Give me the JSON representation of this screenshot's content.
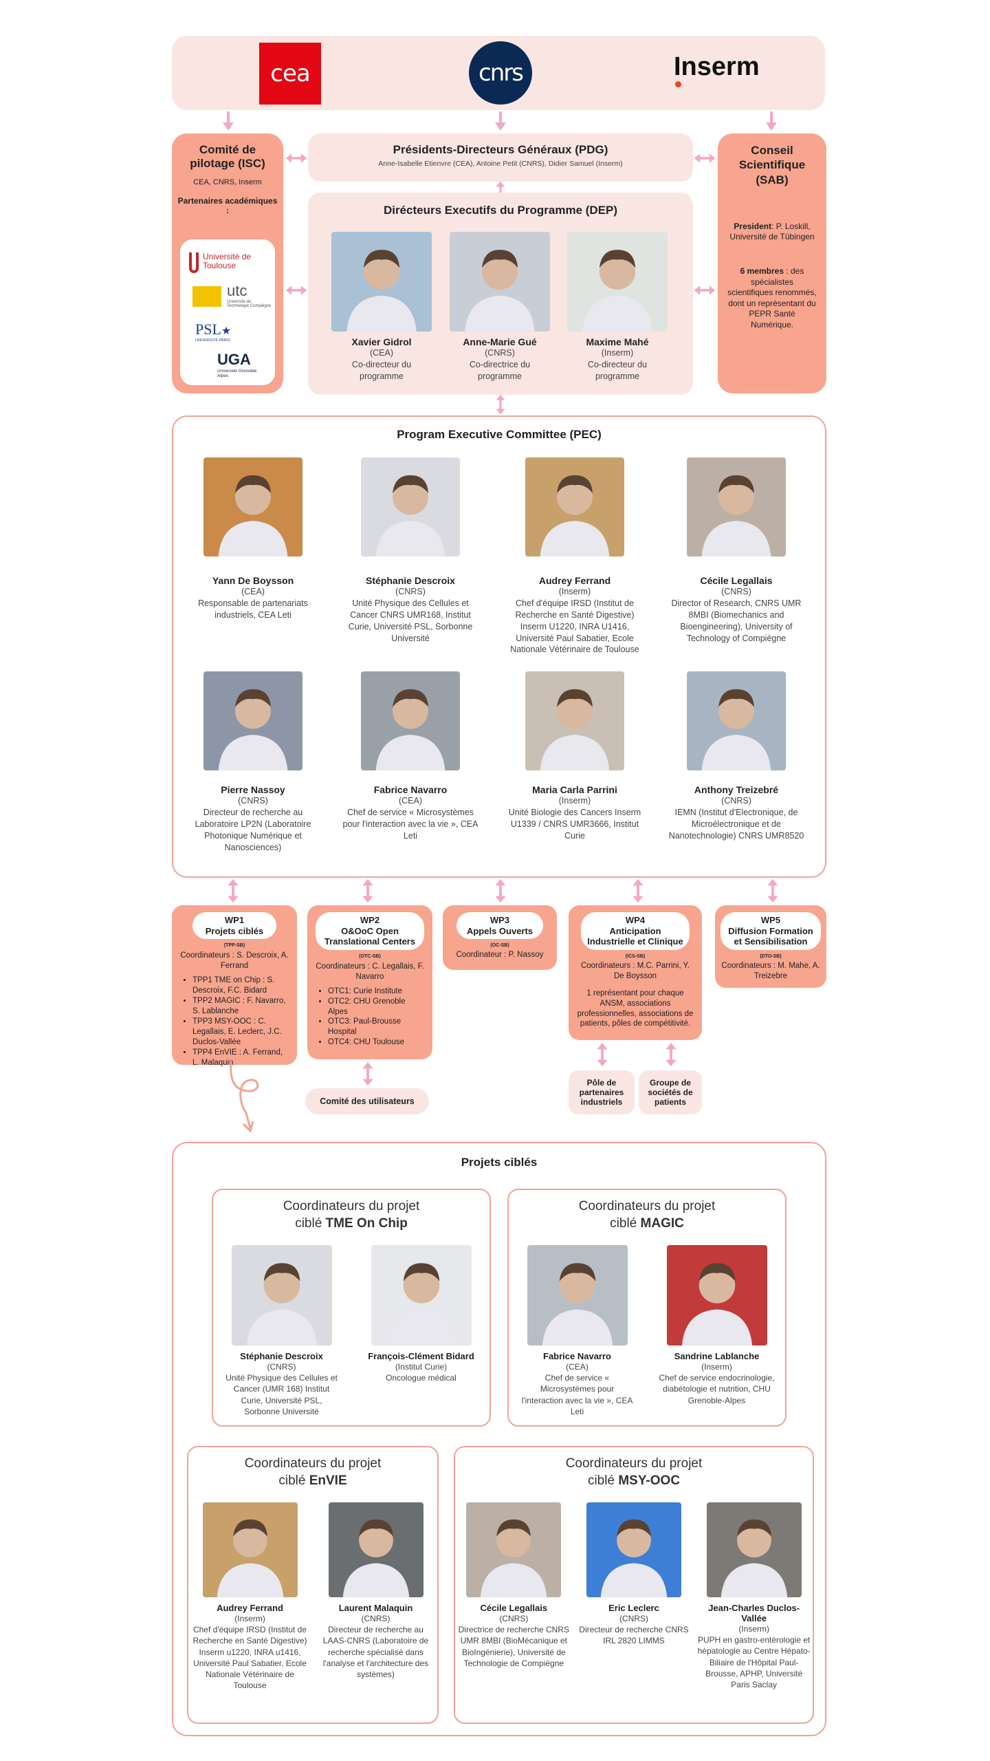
{
  "colors": {
    "pink": "#f9e6e2",
    "salmon": "#f7a58e",
    "border": "#f0a494",
    "arrow": "#f4a6c6",
    "cea_red": "#e30613",
    "cnrs_blue": "#0a2a55"
  },
  "logos": {
    "cea": "cea",
    "cnrs": "cnrs",
    "inserm": "Inserm"
  },
  "isc": {
    "title": "Comité de pilotage (ISC)",
    "members": "CEA, CNRS, Inserm",
    "partners_title": "Partenaires académiques :",
    "partners": [
      "Université de Toulouse",
      "utc",
      "PSL",
      "UGA"
    ],
    "utc_sub": "Université de Technologie Compiègne",
    "psl_sub": "UNIVERSITÉ PARIS",
    "uga_sub": "Université Grenoble Alpes"
  },
  "pdg": {
    "title": "Présidents-Directeurs Généraux (PDG)",
    "names": "Anne-Isabelle Etienvre (CEA), Antoine Petit (CNRS),  Didier Samuel (Inserm)"
  },
  "dep": {
    "title": "Dirécteurs Executifs du Programme (DEP)",
    "people": [
      {
        "name": "Xavier Gidrol",
        "org": "(CEA)",
        "role": "Co-directeur du programme"
      },
      {
        "name": "Anne-Marie Gué",
        "org": "(CNRS)",
        "role": "Co-directrice du programme"
      },
      {
        "name": "Maxime Mahé",
        "org": "(Inserm)",
        "role": "Co-directeur du programme"
      }
    ]
  },
  "sab": {
    "title": "Conseil Scientifique (SAB)",
    "president_label": "President",
    "president_text": ": P. Loskill, Université de Tübingen",
    "members_label": "6 membres",
    "members_text": ": des spécialistes scientifiques renommés, dont un représentant du PEPR Santé Numérique."
  },
  "pec": {
    "title": "Program Executive Committee (PEC)",
    "people": [
      {
        "name": "Yann De Boysson",
        "org": "(CEA)",
        "desc": "Responsable de partenariats industriels, CEA Leti"
      },
      {
        "name": "Stéphanie Descroix",
        "org": "(CNRS)",
        "desc": "Unité Physique des Cellules et Cancer CNRS UMR168, Institut Curie, Université PSL, Sorbonne Université"
      },
      {
        "name": "Audrey Ferrand",
        "org": "(Inserm)",
        "desc": "Chef d'équipe IRSD (Institut de Recherche en Santé Digestive) Inserm U1220, INRA U1416, Université Paul Sabatier, Ecole Nationale Vétérinaire de Toulouse"
      },
      {
        "name": "Cécile Legallais",
        "org": "(CNRS)",
        "desc": "Director of Research, CNRS UMR 8MBI (Biomechanics and Bioengineering), University of Technology of Compiègne"
      },
      {
        "name": "Pierre Nassoy",
        "org": "(CNRS)",
        "desc": "Directeur de recherche au Laboratoire LP2N (Laboratoire Photonique Numérique et Nanosciences)"
      },
      {
        "name": "Fabrice Navarro",
        "org": "(CEA)",
        "desc": "Chef de service « Microsystèmes pour l'interaction avec la vie », CEA Leti"
      },
      {
        "name": "Maria Carla Parrini",
        "org": "(Inserm)",
        "desc": "Unité Biologie des Cancers Inserm U1339 / CNRS UMR3666, Institut Curie"
      },
      {
        "name": "Anthony Treizebré",
        "org": "(CNRS)",
        "desc": "IEMN (Institut d'Electronique, de Microélectronique et de Nanotechnologie) CNRS UMR8520"
      }
    ]
  },
  "wp": [
    {
      "title": "WP1\nProjets ciblés",
      "code": "(TPP-SB)",
      "coord": "Coordinateurs : S. Descroix, A. Ferrand",
      "items": [
        "TPP1 TME on Chip : S. Descroix, F.C. Bidard",
        "TPP2 MAGIC : F. Navarro, S. Lablanche",
        "TPP3 MSY-OOC : C. Legallais, E. Leclerc, J.C. Duclos-Vallée",
        "TPP4 EnVIE : A. Ferrand, L. Malaquin"
      ]
    },
    {
      "title": "WP2\nO&OoC Open Translational Centers",
      "code": "(OTC-SB)",
      "coord": "Coordinateurs : C. Legallais, F. Navarro",
      "items": [
        "OTC1: Curie Institute",
        "OTC2: CHU Grenoble Alpes",
        "OTC3: Paul-Brousse Hospital",
        "OTC4: CHU Toulouse"
      ]
    },
    {
      "title": "WP3\nAppels Ouverts",
      "code": "(OC-SB)",
      "coord": "Coordinateur : P. Nassoy",
      "items": []
    },
    {
      "title": "WP4\nAnticipation Industrielle et Clinique",
      "code": "(ICS-SB)",
      "coord": "Coordinateurs : M.C. Parrini, Y. De Boysson",
      "extra": "1 représentant pour chaque ANSM, associations professionnelles, associations de patients, pôles de compétitivité.",
      "items": []
    },
    {
      "title": "WP5\nDiffusion Formation et Sensibilisation",
      "code": "(DTO-SB)",
      "coord": "Coordinateurs : M. Mahe, A. Treizebre",
      "items": []
    }
  ],
  "comite_utilisateurs": "Comité des utilisateurs",
  "pole": "Pôle de partenaires industriels",
  "groupe": "Groupe de sociétés de patients",
  "projets": {
    "title": "Projets ciblés",
    "coord_prefix": "Coordinateurs du projet",
    "cible": "ciblé",
    "groups": [
      {
        "name": "TME On Chip",
        "people": [
          {
            "name": "Stéphanie Descroix",
            "org": "(CNRS)",
            "desc": "Unité Physique des Cellules et Cancer (UMR 168) Institut Curie, Université PSL, Sorbonne Université"
          },
          {
            "name": "François-Clément Bidard",
            "org": "(Institut Curie)",
            "desc": "Oncologue médical"
          }
        ]
      },
      {
        "name": "MAGIC",
        "people": [
          {
            "name": "Fabrice Navarro",
            "org": "(CEA)",
            "desc": "Chef de service « Microsystèmes pour l'interaction avec la vie », CEA Leti"
          },
          {
            "name": "Sandrine Lablanche",
            "org": "(Inserm)",
            "desc": "Chef de service endocrinologie, diabétologie et nutrition, CHU Grenoble-Alpes"
          }
        ]
      },
      {
        "name": "EnVIE",
        "people": [
          {
            "name": "Audrey Ferrand",
            "org": "(Inserm)",
            "desc": "Chef d'équipe IRSD (Institut de Recherche en Santé Digestive) Inserm u1220, INRA u1416, Université Paul Sabatier, Ecole Nationale Vétérinaire de Toulouse"
          },
          {
            "name": "Laurent Malaquin",
            "org": "(CNRS)",
            "desc": "Directeur de recherche au LAAS-CNRS (Laboratoire de recherche spécialisé dans l'analyse et l'architecture des systèmes)"
          }
        ]
      },
      {
        "name": "MSY-OOC",
        "people": [
          {
            "name": "Cécile Legallais",
            "org": "(CNRS)",
            "desc": "Directrice de recherche CNRS UMR 8MBI (BioMécanique et BioIngénierie), Université de Technologie de Compiègne"
          },
          {
            "name": "Eric Leclerc",
            "org": "(CNRS)",
            "desc": "Directeur de recherche CNRS IRL 2820 LIMMS"
          },
          {
            "name": "Jean-Charles Duclos-Vallée",
            "org": "(Inserm)",
            "desc": "PUPH en gastro-entérologie et hépatologie au Centre Hépato-Biliaire de l'Hôpital Paul-Brousse, APHP, Université Paris Saclay"
          }
        ]
      }
    ]
  }
}
